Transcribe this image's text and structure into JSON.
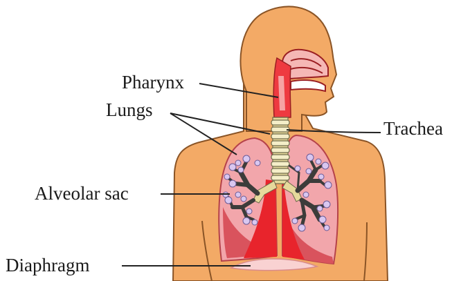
{
  "labels": {
    "pharynx": "Pharynx",
    "lungs": "Lungs",
    "trachea": "Trachea",
    "alveolar_sac": "Alveolar sac",
    "diaphragm": "Diaphragm"
  },
  "colors": {
    "skin": "#f3aa66",
    "lung_light": "#f2a6ab",
    "lung_dark": "#d9535d",
    "airway_red": "#e8242c",
    "trachea_ring": "#f4eec8",
    "bronchi": "#3c3c3a",
    "alveoli": "#d9c7f0",
    "diaphragm": "#f9d2d2"
  }
}
